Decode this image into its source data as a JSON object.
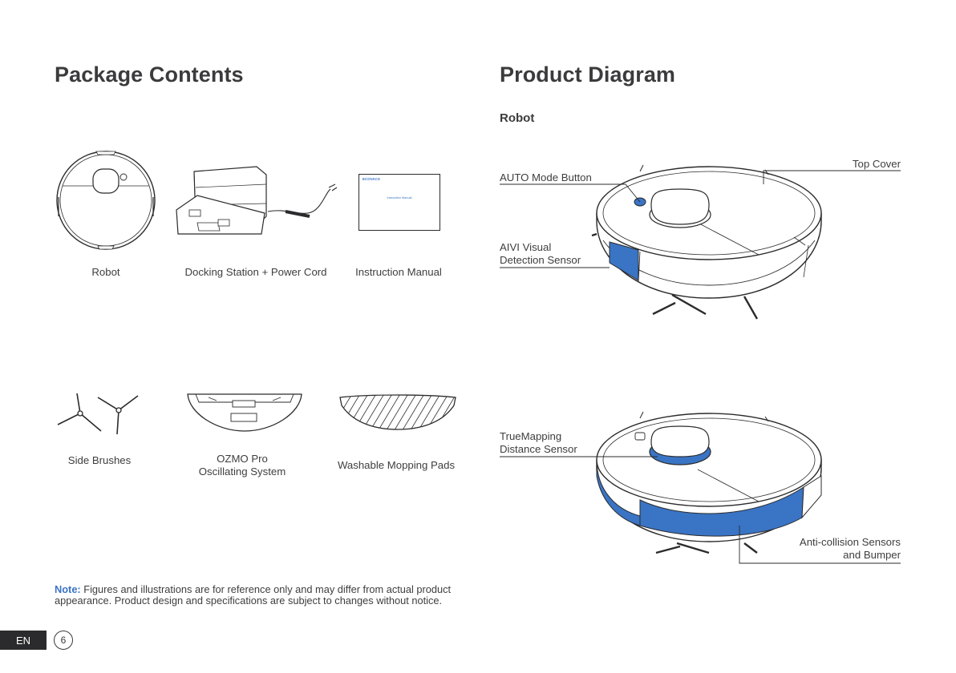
{
  "package": {
    "title": "Package Contents",
    "items": [
      {
        "label": "Robot"
      },
      {
        "label": "Docking Station + Power Cord"
      },
      {
        "label": "Instruction Manual"
      },
      {
        "label": "Side Brushes"
      },
      {
        "label": "OZMO Pro\nOscillating System"
      },
      {
        "label": "Washable Mopping Pads"
      }
    ],
    "manual_brand": "ECOVACS",
    "manual_title": "Instruction Manual"
  },
  "diagram": {
    "title": "Product Diagram",
    "subtitle": "Robot",
    "labels": {
      "top_cover": "Top Cover",
      "auto_mode_button": "AUTO Mode Button",
      "aivi_sensor": "AIVI Visual\nDetection Sensor",
      "truemapping_sensor": "TrueMapping\nDistance Sensor",
      "anti_collision": "Anti-collision Sensors\nand Bumper"
    }
  },
  "note": {
    "key": "Note:",
    "text": " Figures and illustrations are for reference only and may differ from actual product appearance. Product design and specifications are subject to changes without notice."
  },
  "footer": {
    "language": "EN",
    "page_number": "6"
  },
  "colors": {
    "accent": "#3a74c4",
    "text": "#3e3e40",
    "line": "#2b2b2d"
  }
}
